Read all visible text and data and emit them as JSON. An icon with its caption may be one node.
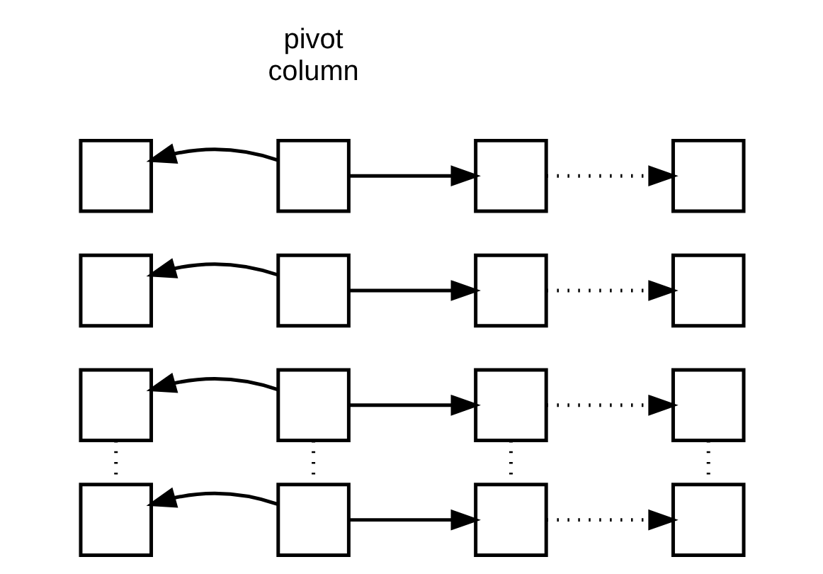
{
  "diagram": {
    "nodes": [
      {
        "text": [],
        "shape": "box"
      },
      {
        "text": [],
        "shape": "box"
      },
      {
        "text": [],
        "shape": "box"
      },
      {
        "text": [],
        "shape": "box"
      },
      {
        "text": [],
        "shape": "box"
      },
      {
        "text": [],
        "shape": "box"
      },
      {
        "text": [],
        "shape": "box"
      },
      {
        "text": [],
        "shape": "box"
      },
      {
        "text": [],
        "shape": "box"
      },
      {
        "text": [],
        "shape": "box"
      },
      {
        "text": [],
        "shape": "box"
      },
      {
        "text": [],
        "shape": "box"
      },
      {
        "text": [],
        "shape": "box"
      },
      {
        "text": [],
        "shape": "box"
      },
      {
        "text": [],
        "shape": "box"
      },
      {
        "text": [],
        "shape": "box"
      }
    ],
    "edges": [
      {
        "from": 1,
        "to": 0,
        "arrow": "to"
      },
      {
        "from": 1,
        "to": 2,
        "arrow": "to"
      },
      {
        "from": 2,
        "to": 3,
        "arrow": "to",
        "style": "dashed"
      },
      {
        "from": 5,
        "to": 4,
        "arrow": "to"
      },
      {
        "from": 5,
        "to": 6,
        "arrow": "to"
      },
      {
        "from": 6,
        "to": 7,
        "arrow": "to",
        "style": "dashed"
      },
      {
        "from": 9,
        "to": 8,
        "arrow": "to"
      },
      {
        "from": 9,
        "to": 10,
        "arrow": "to"
      },
      {
        "from": 10,
        "to": 11,
        "arrow": "to",
        "style": "dashed"
      },
      {
        "from": 8,
        "to": 12,
        "arrow": "none",
        "style": "dashed"
      },
      {
        "from": 9,
        "to": 13,
        "arrow": "none",
        "style": "dashed"
      },
      {
        "from": 10,
        "to": 14,
        "arrow": "none",
        "style": "dashed"
      },
      {
        "from": 11,
        "to": 15,
        "arrow": "none",
        "style": "dashed"
      },
      {
        "from": 13,
        "to": 12,
        "arrow": "to"
      },
      {
        "from": 13,
        "to": 14,
        "arrow": "to"
      },
      {
        "from": 14,
        "to": 15,
        "arrow": "to",
        "style": "dashed"
      }
    ],
    "labels": [
      "pivot column"
    ]
  }
}
